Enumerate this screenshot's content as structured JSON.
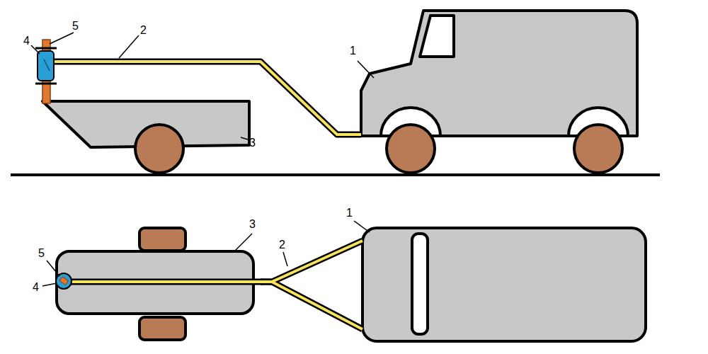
{
  "diagram": {
    "labels": [
      "5",
      "4",
      "2",
      "1",
      "3",
      "1",
      "3",
      "2",
      "5",
      "4"
    ]
  }
}
